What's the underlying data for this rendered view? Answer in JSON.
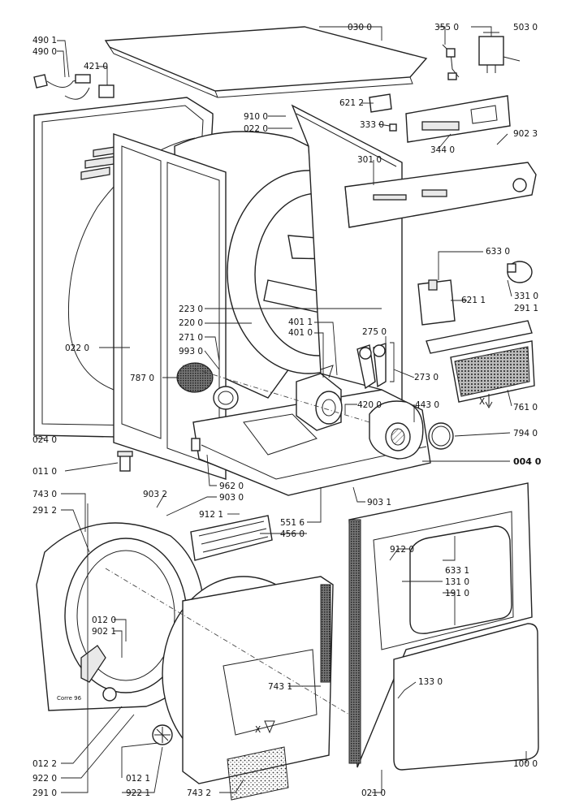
{
  "diagram": {
    "labels": {
      "l0300": "030 0",
      "l3550": "355 0",
      "l5030": "503 0",
      "l4901": "490 1",
      "l4900": "490 0",
      "l4210": "421 0",
      "l6212": "621 2",
      "l9100": "910 0",
      "l0220a": "022 0",
      "l3330": "333 0",
      "l3440": "344 0",
      "l9023": "902 3",
      "l3010": "301 0",
      "l6330": "633 0",
      "l3310": "331 0",
      "l2911": "291 1",
      "l6211": "621 1",
      "l2230": "223 0",
      "l2200": "220 0",
      "l2710": "271 0",
      "l9930": "993 0",
      "l4011": "401 1",
      "l4010": "401 0",
      "l2750": "275 0",
      "l2730": "273 0",
      "l0220b": "022 0",
      "l7870": "787 0",
      "l4200": "420 0",
      "l4430": "443 0",
      "l7610": "761 0",
      "l7940": "794 0",
      "l0240": "024 0",
      "l0040": "004 0",
      "l0110": "011 0",
      "l9620": "962 0",
      "l9030": "903 0",
      "l9032": "903 2",
      "l9031": "903 1",
      "l7430": "743 0",
      "l2912": "291 2",
      "l9121a": "912 1",
      "l5516": "551 6",
      "l4560": "456 0",
      "l9120b": "912 0",
      "l6331": "633 1",
      "l1310": "131 0",
      "l1910": "191 0",
      "l0120": "012 0",
      "l9021": "902 1",
      "l7431": "743 1",
      "l1330": "133 0",
      "l0122": "012 2",
      "l9220": "922 0",
      "l2910": "291 0",
      "l0121": "012 1",
      "l9221": "922 1",
      "l7432": "743 2",
      "l0210": "021 0",
      "l1000": "100 0",
      "cornerX1": "X",
      "cornerX2": "X",
      "plate": "Corre 96"
    }
  }
}
